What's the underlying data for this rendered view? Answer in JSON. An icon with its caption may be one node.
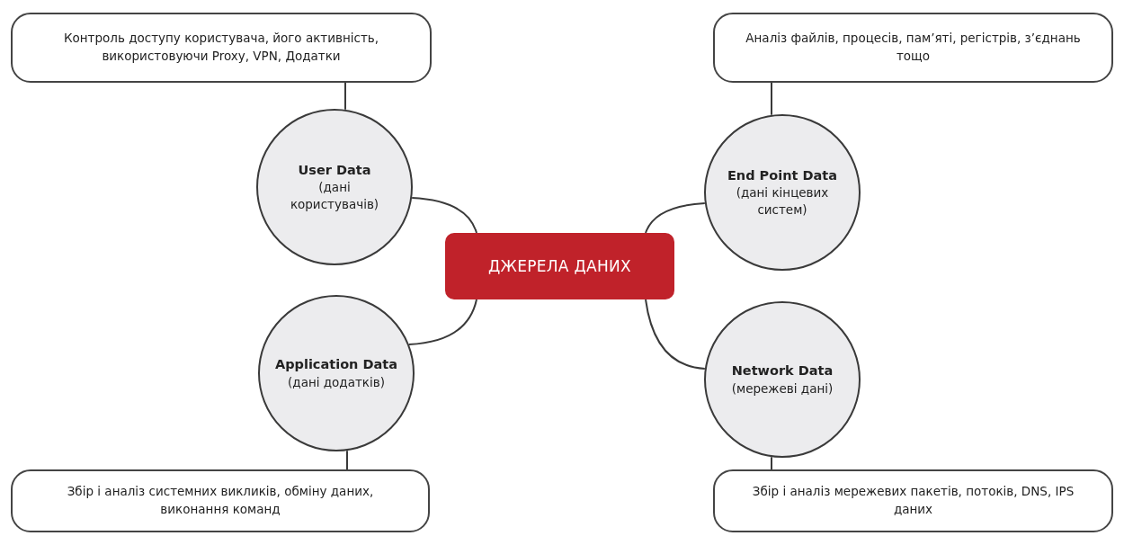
{
  "diagram": {
    "nodes": [
      {
        "text": [
          "Контроль доступу користувача, його активність, використовуючи Proxy, VPN, Додатки"
        ]
      },
      {
        "text": [
          "Аналіз файлів, процесів, пам’яті, регістрів, з’єднань тощо"
        ]
      },
      {
        "text": [
          "User Data",
          "(дані користувачів)"
        ]
      },
      {
        "text": [
          "End Point Data",
          "(дані кінцевих систем)"
        ]
      },
      {
        "text": [
          "ДЖЕРЕЛА ДАНИХ"
        ]
      },
      {
        "text": [
          "Application Data",
          "(дані додатків)"
        ]
      },
      {
        "text": [
          "Network Data",
          "(мережеві дані)"
        ]
      },
      {
        "text": [
          "Збір і аналіз системних викликів, обміну даних, виконання команд"
        ]
      },
      {
        "text": [
          "Збір і аналіз мережевих пакетів, потоків, DNS, IPS даних"
        ]
      }
    ],
    "edges": [
      {
        "from": 0,
        "to": 2,
        "arrow": "none"
      },
      {
        "from": 1,
        "to": 3,
        "arrow": "none"
      },
      {
        "from": 2,
        "to": 4,
        "arrow": "none"
      },
      {
        "from": 3,
        "to": 4,
        "arrow": "none"
      },
      {
        "from": 5,
        "to": 4,
        "arrow": "none"
      },
      {
        "from": 6,
        "to": 4,
        "arrow": "none"
      },
      {
        "from": 5,
        "to": 7,
        "arrow": "none"
      },
      {
        "from": 6,
        "to": 8,
        "arrow": "none"
      }
    ]
  }
}
